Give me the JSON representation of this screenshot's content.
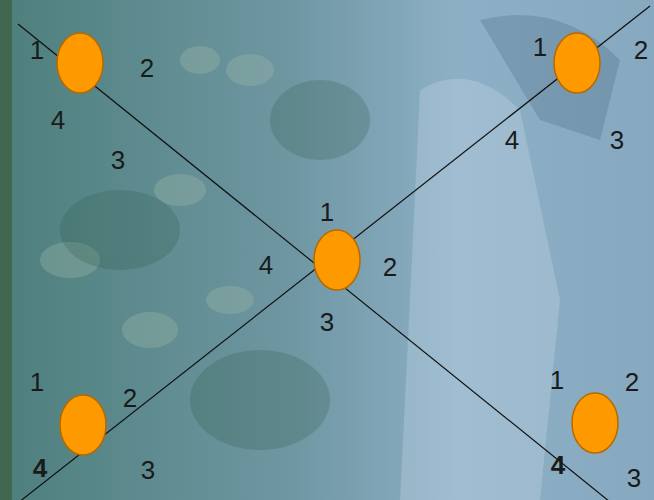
{
  "diagram": {
    "labels": [
      "1",
      "2",
      "4",
      "3",
      "1",
      "2",
      "4",
      "3",
      "1",
      "4",
      "2",
      "3",
      "1",
      "2",
      "4",
      "3",
      "1",
      "2",
      "4",
      "3"
    ]
  }
}
